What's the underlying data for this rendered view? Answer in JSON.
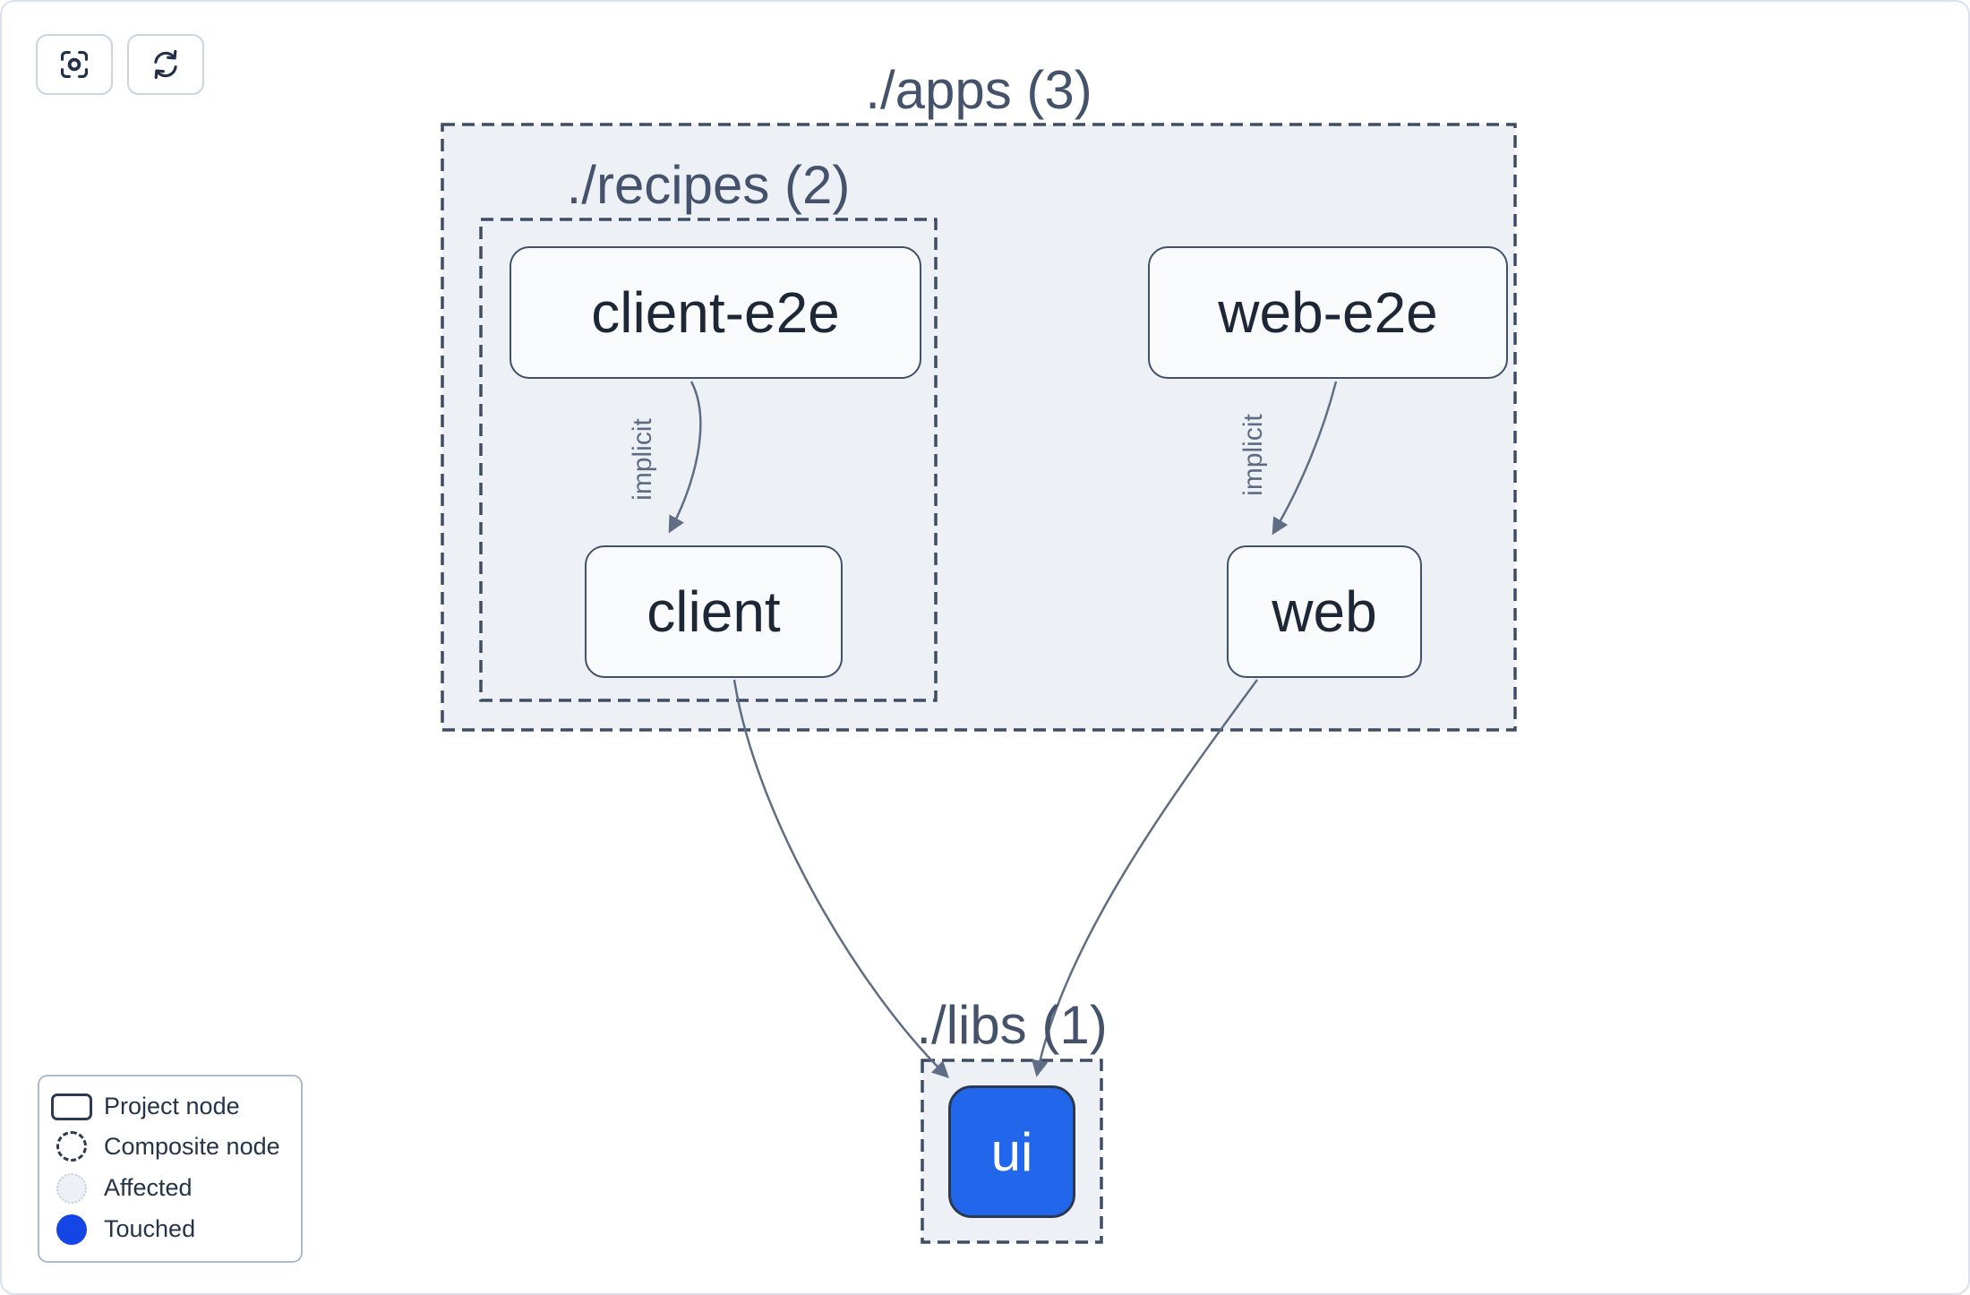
{
  "toolbar": {
    "buttons": [
      {
        "name": "focus",
        "icon": "focus-target-icon"
      },
      {
        "name": "refresh",
        "icon": "refresh-icon"
      }
    ]
  },
  "graph": {
    "groups": [
      {
        "id": "apps",
        "label": "./apps (3)",
        "count": 3
      },
      {
        "id": "recipes",
        "label": "./recipes (2)",
        "count": 2
      },
      {
        "id": "libs",
        "label": "./libs (1)",
        "count": 1
      }
    ],
    "nodes": [
      {
        "id": "client-e2e",
        "label": "client-e2e",
        "group": "apps/recipes",
        "state": "default"
      },
      {
        "id": "client",
        "label": "client",
        "group": "apps/recipes",
        "state": "default"
      },
      {
        "id": "web-e2e",
        "label": "web-e2e",
        "group": "apps",
        "state": "default"
      },
      {
        "id": "web",
        "label": "web",
        "group": "apps",
        "state": "default"
      },
      {
        "id": "ui",
        "label": "ui",
        "group": "libs",
        "state": "touched"
      }
    ],
    "edges": [
      {
        "from": "client-e2e",
        "to": "client",
        "label": "implicit"
      },
      {
        "from": "web-e2e",
        "to": "web",
        "label": "implicit"
      },
      {
        "from": "client",
        "to": "ui"
      },
      {
        "from": "web",
        "to": "ui"
      }
    ]
  },
  "legend": {
    "items": [
      {
        "label": "Project node",
        "swatch": "project-node-outline"
      },
      {
        "label": "Composite node",
        "swatch": "dashed-circle"
      },
      {
        "label": "Affected",
        "swatch": "light-circle"
      },
      {
        "label": "Touched",
        "swatch": "blue-circle"
      }
    ]
  },
  "colors": {
    "touched_node_fill": "#2166eb",
    "touched_legend_fill": "#1346e4",
    "group_fill": "#edf1f6",
    "group_dash_border": "#3e4d63",
    "node_fill": "#f8fafc",
    "node_border": "#42506a",
    "node_text": "#1e2736",
    "group_label_text": "#44536b",
    "edge_stroke": "#5f6e84",
    "edge_label_text": "#5d6c82",
    "legend_border": "#abbacc",
    "button_border": "#c9d5e3",
    "canvas_border": "#d9e2ee"
  }
}
